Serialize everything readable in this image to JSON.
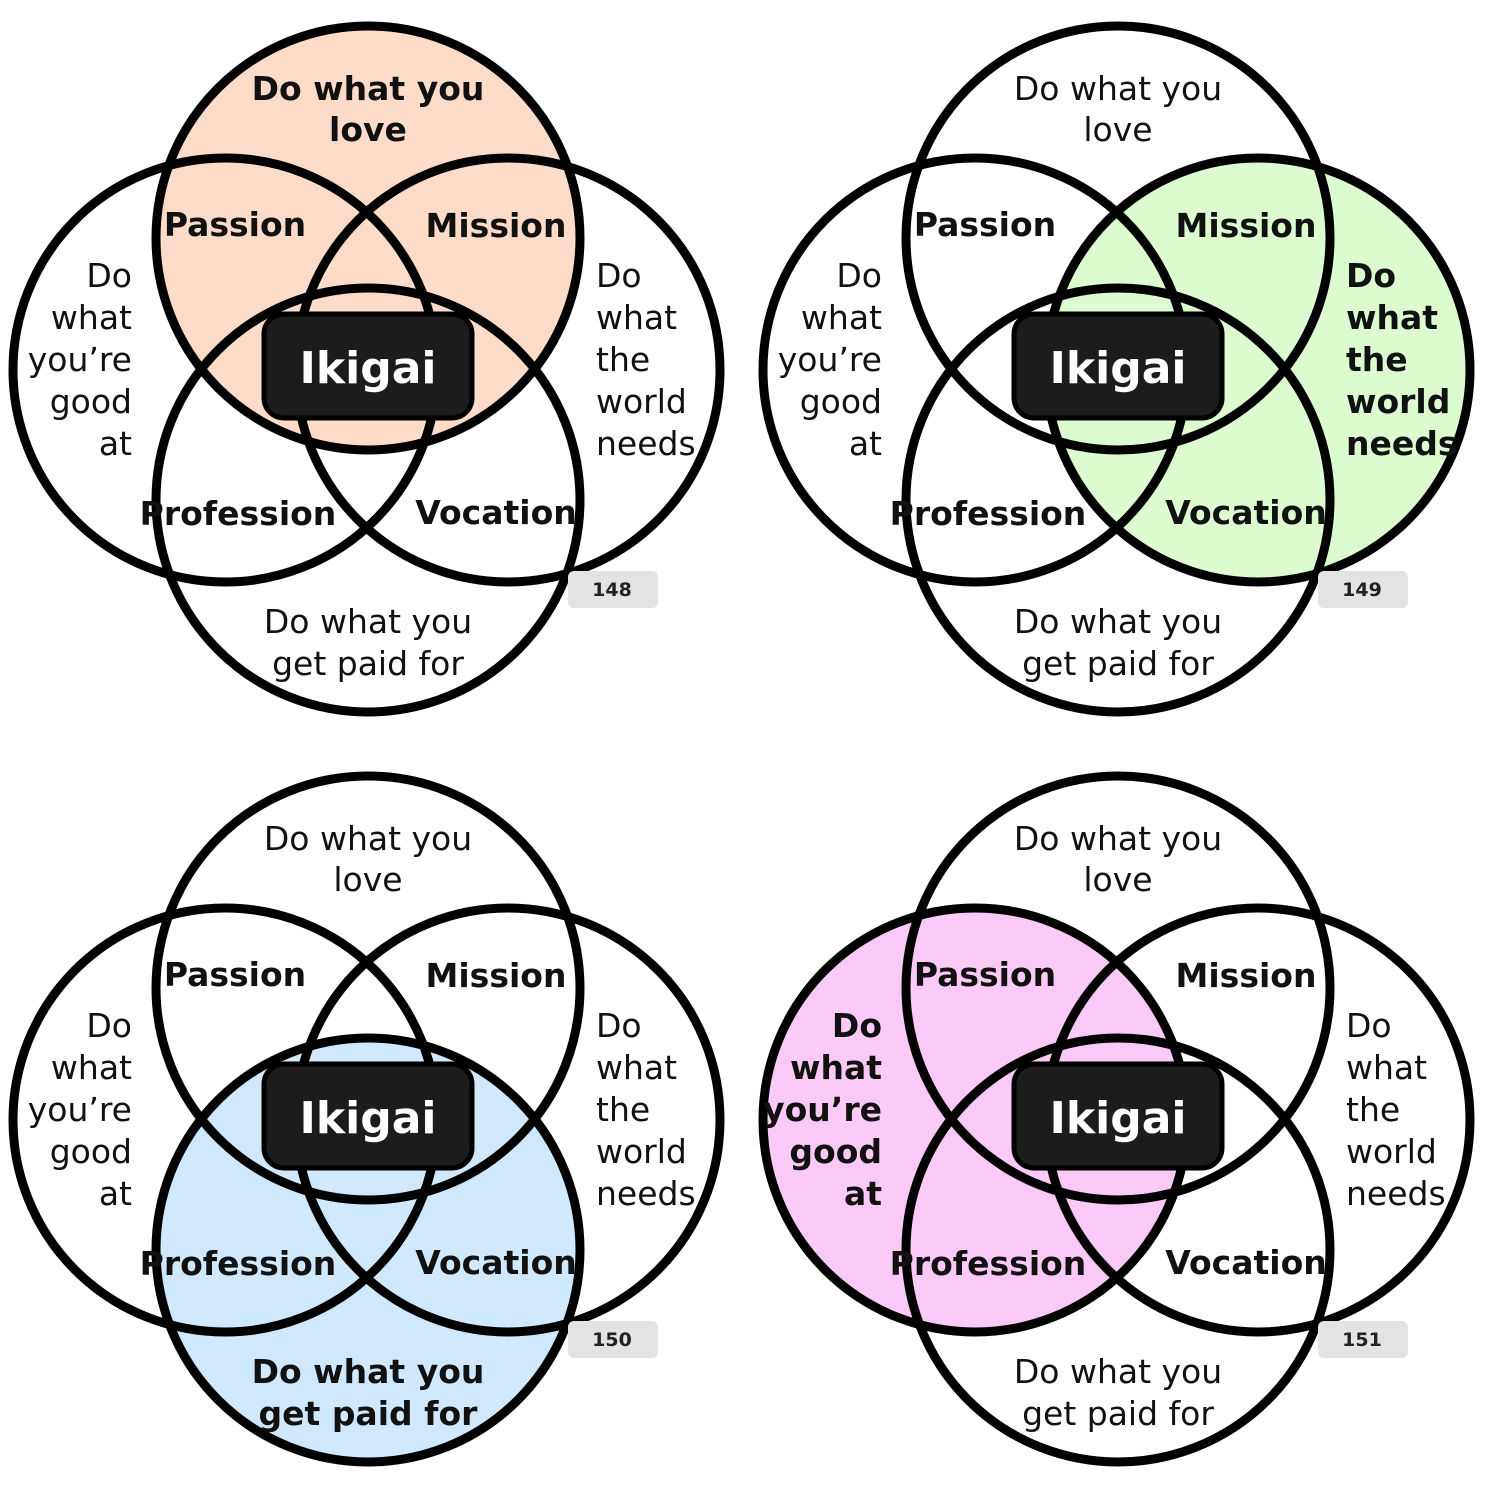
{
  "panels": [
    {
      "highlight": "love",
      "highlight_color": "#fcdcc9",
      "page_number": "148",
      "labels": {
        "love": [
          "Do what you",
          "love"
        ],
        "good": [
          "Do",
          "what",
          "you’re",
          "good",
          "at"
        ],
        "world": [
          "Do",
          "what",
          "the",
          "world",
          "needs"
        ],
        "paid": [
          "Do what you",
          "get paid for"
        ],
        "passion": "Passion",
        "mission": "Mission",
        "profession": "Profession",
        "vocation": "Vocation",
        "center": "Ikigai"
      }
    },
    {
      "highlight": "world",
      "highlight_color": "#dcfbcf",
      "page_number": "149",
      "labels": {
        "love": [
          "Do what you",
          "love"
        ],
        "good": [
          "Do",
          "what",
          "you’re",
          "good",
          "at"
        ],
        "world": [
          "Do",
          "what",
          "the",
          "world",
          "needs"
        ],
        "paid": [
          "Do what you",
          "get paid for"
        ],
        "passion": "Passion",
        "mission": "Mission",
        "profession": "Profession",
        "vocation": "Vocation",
        "center": "Ikigai"
      }
    },
    {
      "highlight": "paid",
      "highlight_color": "#cfe8fb",
      "page_number": "150",
      "labels": {
        "love": [
          "Do what you",
          "love"
        ],
        "good": [
          "Do",
          "what",
          "you’re",
          "good",
          "at"
        ],
        "world": [
          "Do",
          "what",
          "the",
          "world",
          "needs"
        ],
        "paid": [
          "Do what you",
          "get paid for"
        ],
        "passion": "Passion",
        "mission": "Mission",
        "profession": "Profession",
        "vocation": "Vocation",
        "center": "Ikigai"
      }
    },
    {
      "highlight": "good",
      "highlight_color": "#fbc9f5",
      "page_number": "151",
      "labels": {
        "love": [
          "Do what you",
          "love"
        ],
        "good": [
          "Do",
          "what",
          "you’re",
          "good",
          "at"
        ],
        "world": [
          "Do",
          "what",
          "the",
          "world",
          "needs"
        ],
        "paid": [
          "Do what you",
          "get paid for"
        ],
        "passion": "Passion",
        "mission": "Mission",
        "profession": "Profession",
        "vocation": "Vocation",
        "center": "Ikigai"
      }
    }
  ]
}
